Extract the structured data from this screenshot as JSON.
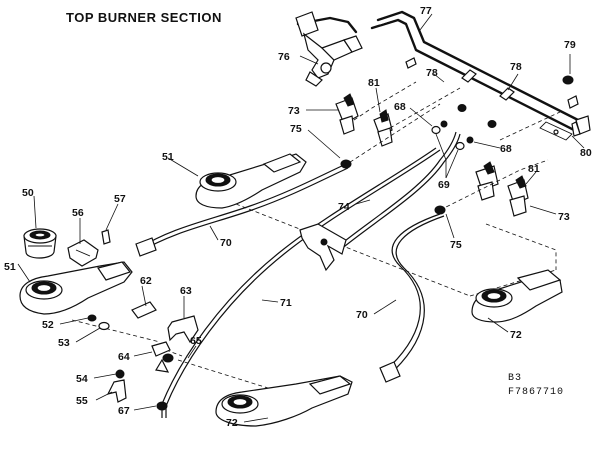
{
  "title": "TOP BURNER SECTION",
  "footer": {
    "code_line1": "B3",
    "code_line2": "F7867710"
  },
  "labels": {
    "l50": "50",
    "l51a": "51",
    "l51b": "51",
    "l52": "52",
    "l53": "53",
    "l54": "54",
    "l55": "55",
    "l56": "56",
    "l57": "57",
    "l62": "62",
    "l63": "63",
    "l64": "64",
    "l65": "65",
    "l67": "67",
    "l68a": "68",
    "l68b": "68",
    "l69": "69",
    "l70a": "70",
    "l70b": "70",
    "l71": "71",
    "l72a": "72",
    "l72b": "72",
    "l73a": "73",
    "l73b": "73",
    "l74": "74",
    "l75a": "75",
    "l75b": "75",
    "l76": "76",
    "l77": "77",
    "l78a": "78",
    "l78b": "78",
    "l79": "79",
    "l80": "80",
    "l81a": "81",
    "l81b": "81"
  }
}
